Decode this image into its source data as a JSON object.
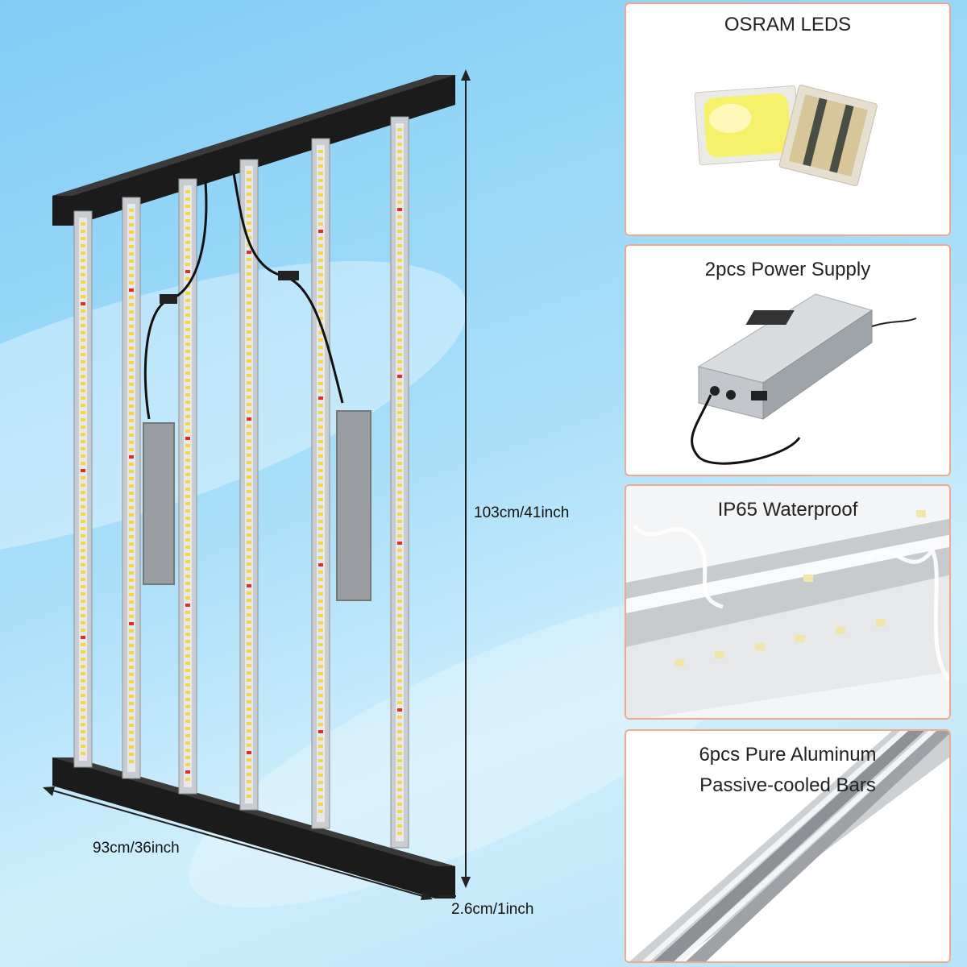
{
  "dimensions": {
    "height": "103cm/41inch",
    "width": "93cm/36inch",
    "depth": "2.6cm/1inch"
  },
  "features": [
    {
      "title": "OSRAM LEDS"
    },
    {
      "title": "2pcs Power Supply"
    },
    {
      "title": "IP65 Waterproof"
    },
    {
      "title_line1": "6pcs Pure Aluminum",
      "title_line2": "Passive-cooled Bars"
    }
  ],
  "colors": {
    "background": "#a8def8",
    "panel_border": "#f0a98d",
    "frame": "#1a1a1a",
    "bar": "#c9ccd0",
    "led_yellow": "#f3d54a",
    "led_red": "#d9302c"
  }
}
